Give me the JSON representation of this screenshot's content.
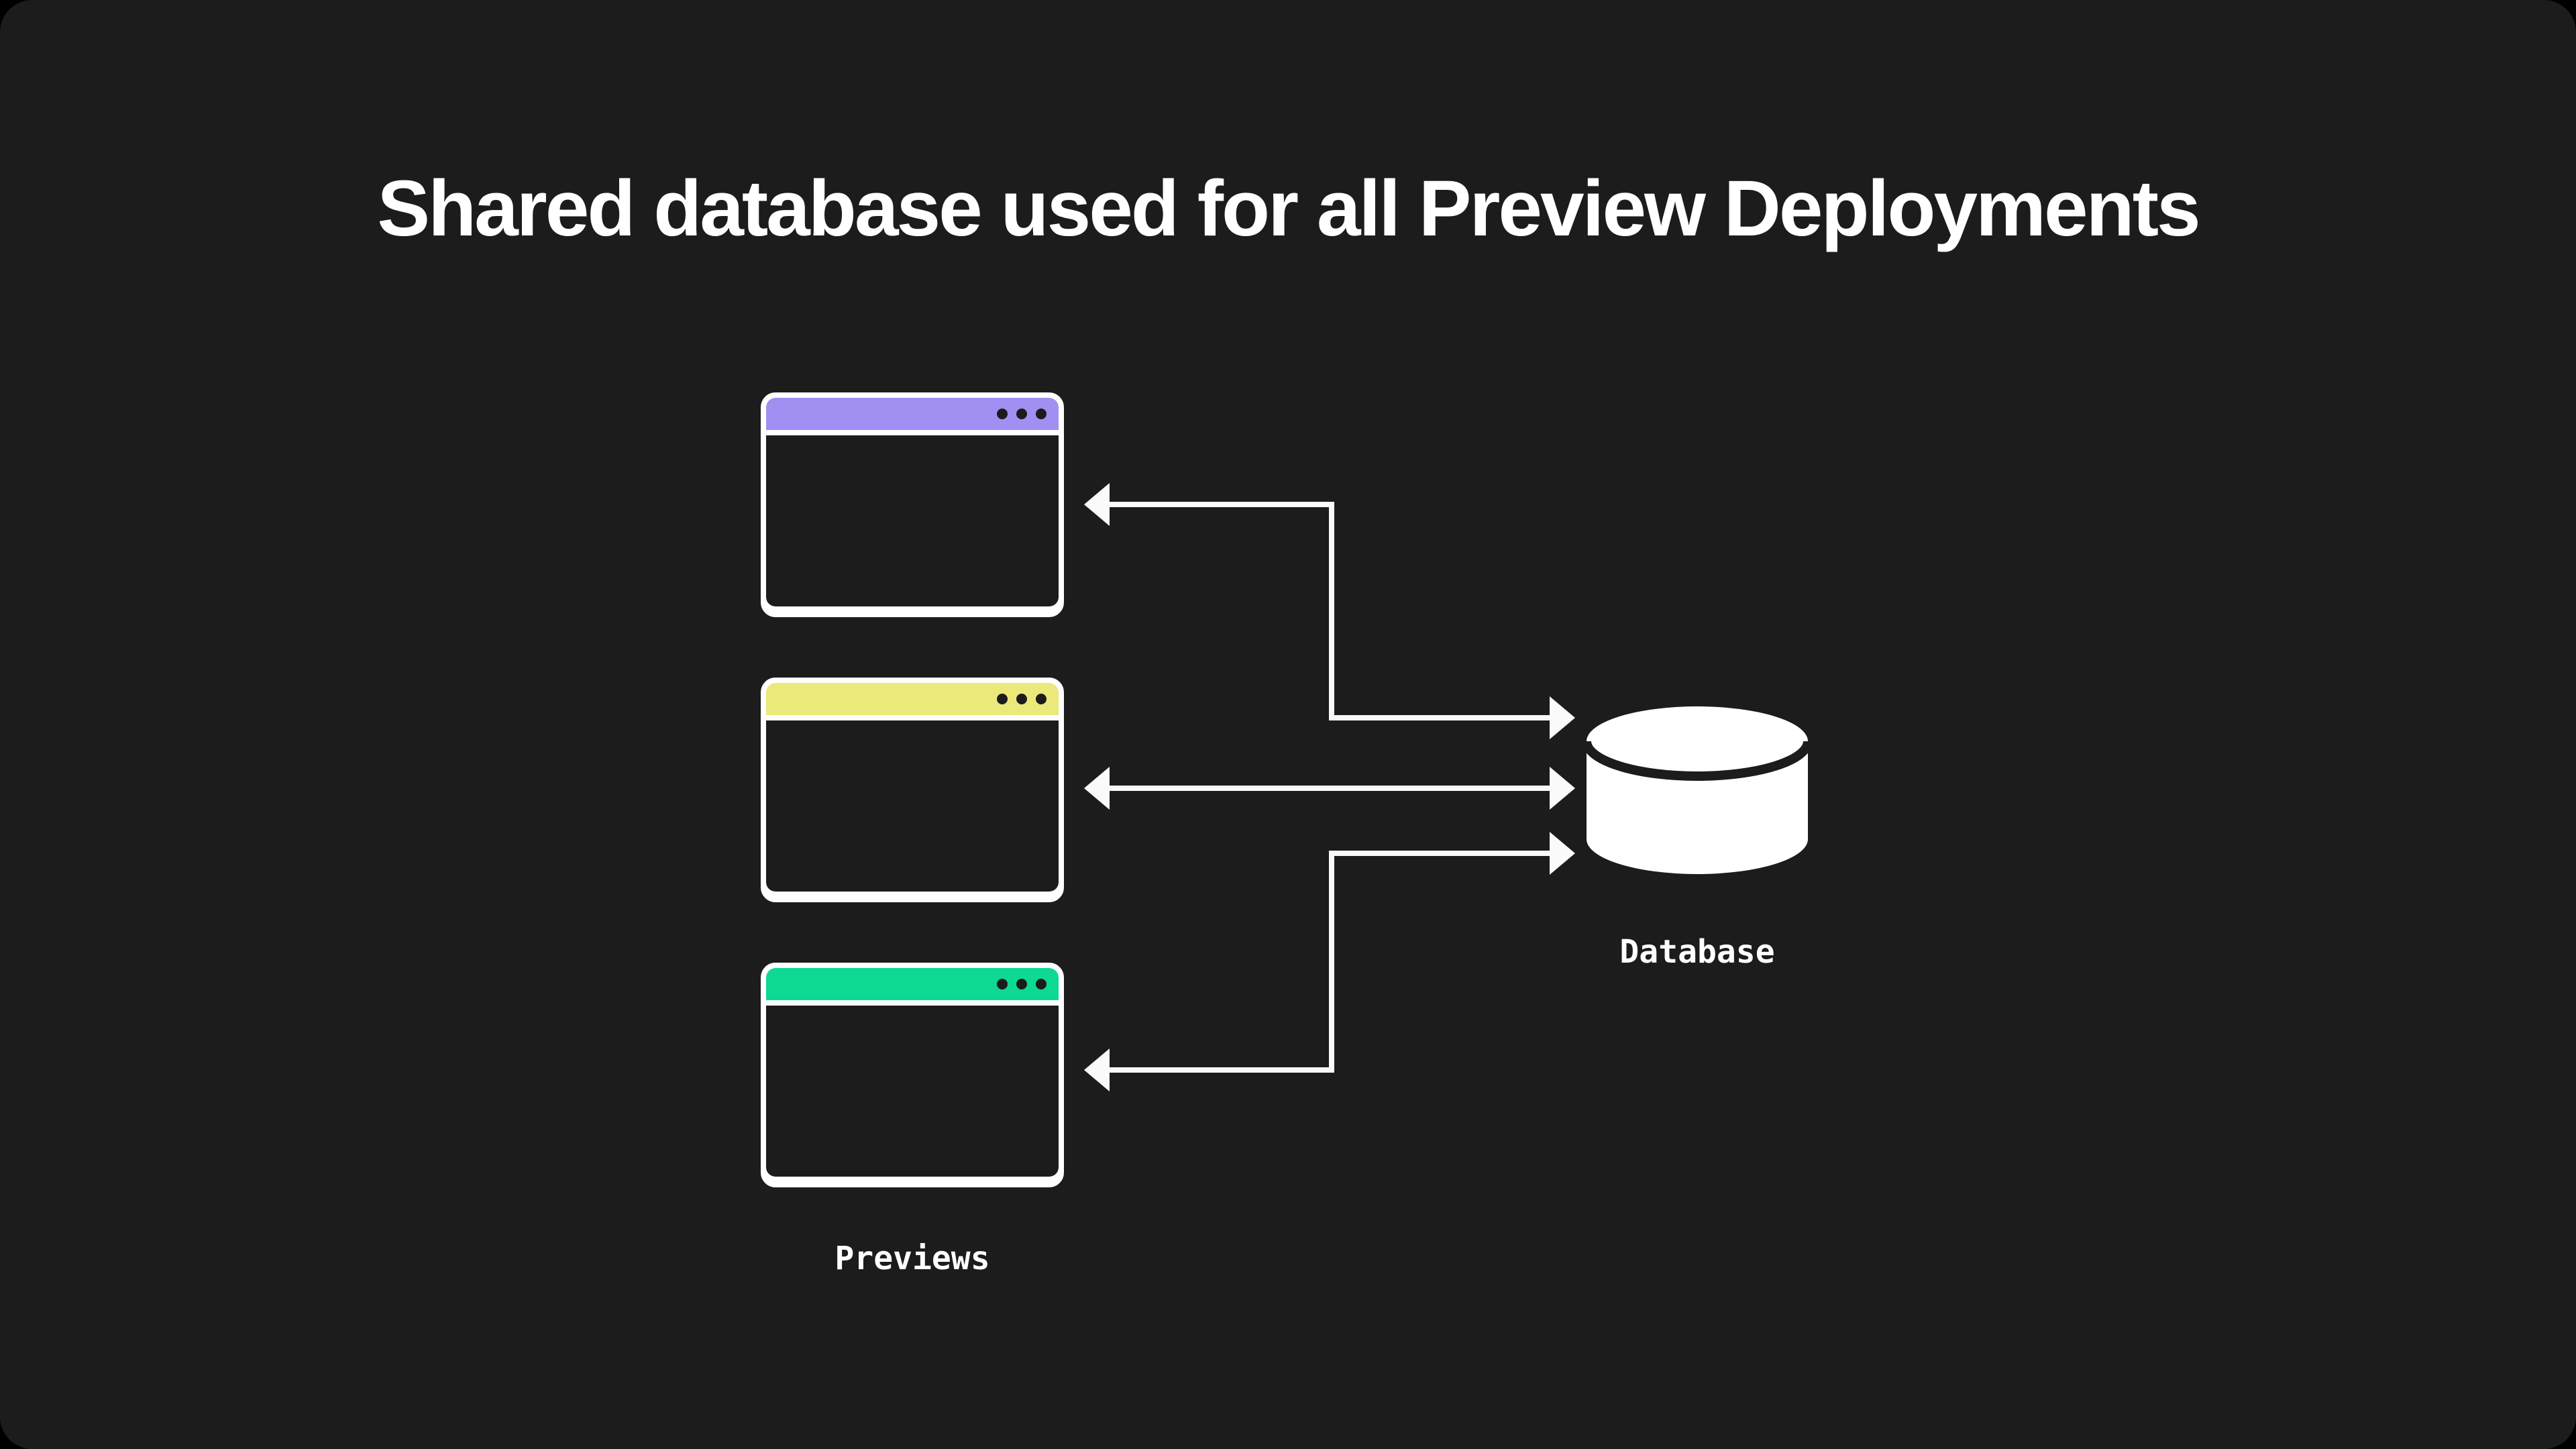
{
  "title": "Shared database used for all Preview Deployments",
  "canvas": {
    "background": "#1c1c1c",
    "foreground": "#ffffff",
    "arrow_color": "#fafafa"
  },
  "previews": {
    "group_label": "Previews",
    "windows": [
      {
        "titlebar_color": "#a18ff2"
      },
      {
        "titlebar_color": "#ebe97a"
      },
      {
        "titlebar_color": "#0ed993"
      }
    ]
  },
  "database": {
    "label": "Database"
  },
  "connections": [
    {
      "from": "preview-window-1",
      "to": "database",
      "bidirectional": true,
      "shape": "elbow-down"
    },
    {
      "from": "preview-window-2",
      "to": "database",
      "bidirectional": true,
      "shape": "straight"
    },
    {
      "from": "preview-window-3",
      "to": "database",
      "bidirectional": true,
      "shape": "elbow-up"
    }
  ]
}
